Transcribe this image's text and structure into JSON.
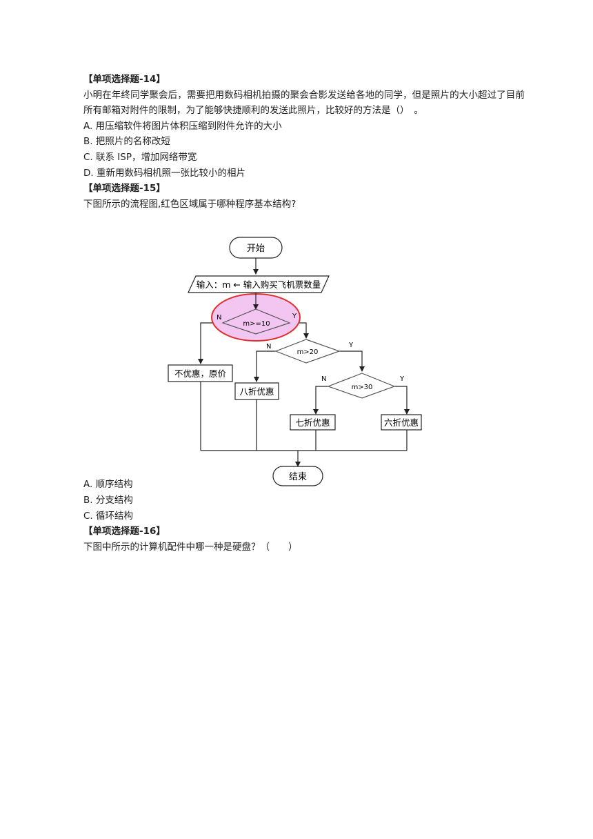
{
  "q14": {
    "heading": "【单项选择题-14】",
    "stem": "小明在年终同学聚会后，需要把用数码相机拍摄的聚会合影发送给各地的同学，但是照片的大小超过了目前所有邮箱对附件的限制，为了能够快捷顺利的发送此照片，比较好的方法是（）　。",
    "options": [
      "A. 用压缩软件将图片体积压缩到附件允许的大小",
      "B. 把照片的名称改短",
      "C. 联系 ISP，增加网络带宽",
      "D. 重新用数码相机照一张比较小的相片"
    ]
  },
  "q15": {
    "heading": "【单项选择题-15】",
    "stem": "下图所示的流程图,红色区域属于哪种程序基本结构?",
    "options": [
      "A. 顺序结构",
      "B. 分支结构",
      "C. 循环结构"
    ],
    "flowchart": {
      "start": "开始",
      "input": "输入：m ← 输入购买飞机票数量",
      "d1": "m>=10",
      "d2": "m>20",
      "d3": "m>30",
      "n_label": "N",
      "y_label": "Y",
      "box1": "不优惠，原价",
      "box2": "八折优惠",
      "box3": "七折优惠",
      "box4": "六折优惠",
      "end": "结束",
      "highlight_color": "#e0302e",
      "highlight_fill": "#f3c6f1"
    }
  },
  "q16": {
    "heading": "【单项选择题-16】",
    "stem": "下图中所示的计算机配件中哪一种是硬盘？（　　）"
  }
}
